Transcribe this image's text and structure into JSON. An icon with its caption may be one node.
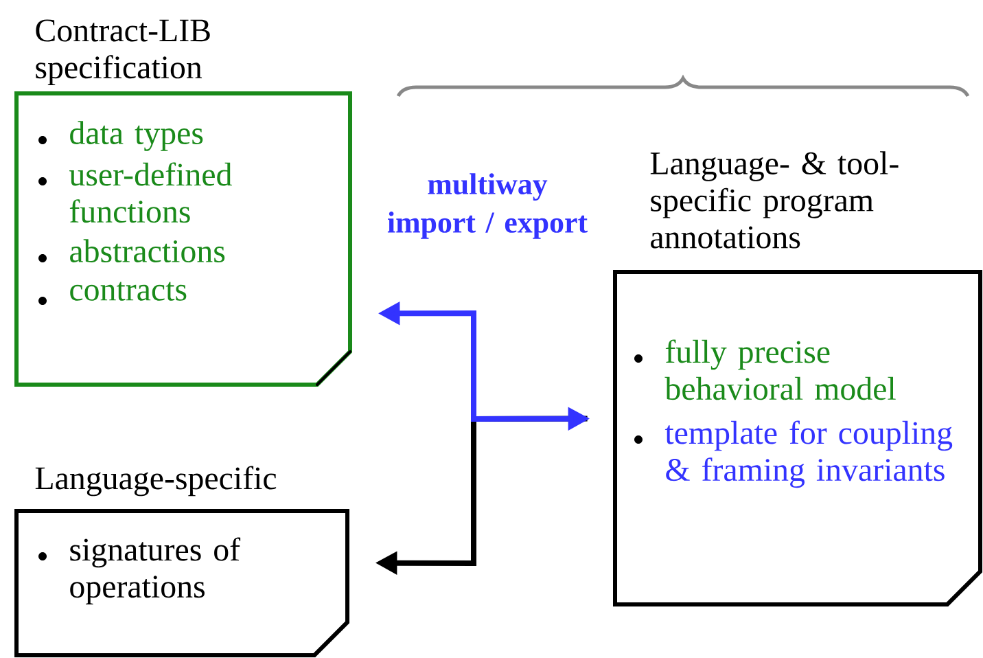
{
  "diagram": {
    "nodes": [
      {
        "text": [
          "Contract-LIB specification",
          "data types",
          "user-defined functions",
          "abstractions",
          "contracts"
        ]
      },
      {
        "text": [
          "Language-specific",
          "signatures of operations"
        ]
      },
      {
        "text": [
          "Language- & tool-specific program annotations",
          "fully precise behavioral model",
          "template for coupling & framing invariants"
        ]
      }
    ],
    "edges": [
      {
        "from": 0,
        "to": 2,
        "arrow": "both",
        "label": "multiway import / export",
        "color": "#3333ff"
      },
      {
        "from": 2,
        "to": 1,
        "arrow": "to",
        "color": "#000000"
      }
    ]
  }
}
